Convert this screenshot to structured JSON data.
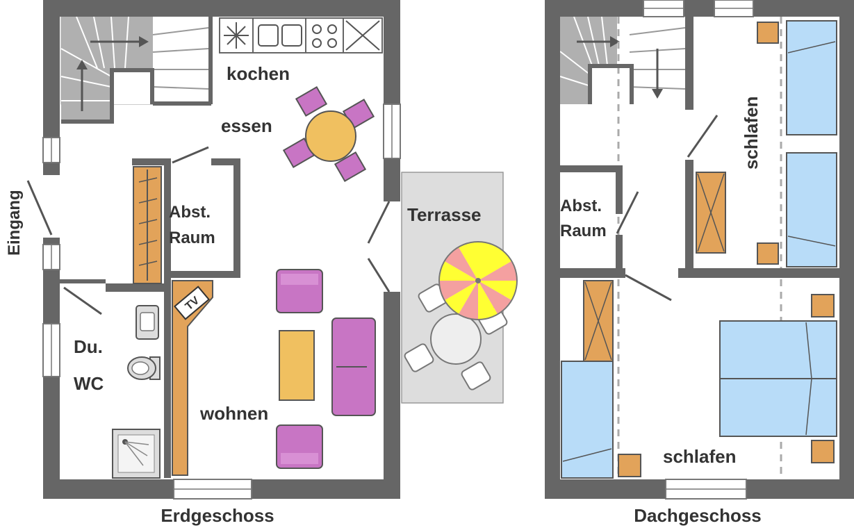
{
  "floors": {
    "ground": {
      "title": "Erdgeschoss",
      "rooms": {
        "kitchen": "kochen",
        "dining": "essen",
        "storage_line1": "Abst.",
        "storage_line2": "Raum",
        "terrace": "Terrasse",
        "bath_line1": "Du.",
        "bath_line2": "WC",
        "living": "wohnen",
        "entrance": "Eingang"
      },
      "tv_label": "TV"
    },
    "upper": {
      "title": "Dachgeschoss",
      "rooms": {
        "storage_line1": "Abst.",
        "storage_line2": "Raum",
        "bedroom_top": "schlafen",
        "bedroom_bottom": "schlafen"
      }
    }
  },
  "colors": {
    "wall": "#666666",
    "wood": "#e2a35a",
    "upholstery": "#c875c4",
    "table": "#f0c060",
    "bed": "#b8dcf8",
    "terrace": "#dddddd",
    "stairs": "#aaaaaa",
    "umbrella_yellow": "#ffff33",
    "umbrella_pink": "#f4a0a0"
  },
  "icons": [
    "fridge-icon",
    "stove-icon",
    "sink-icon",
    "toilet-icon",
    "shower-icon",
    "umbrella-icon",
    "tv-icon"
  ]
}
